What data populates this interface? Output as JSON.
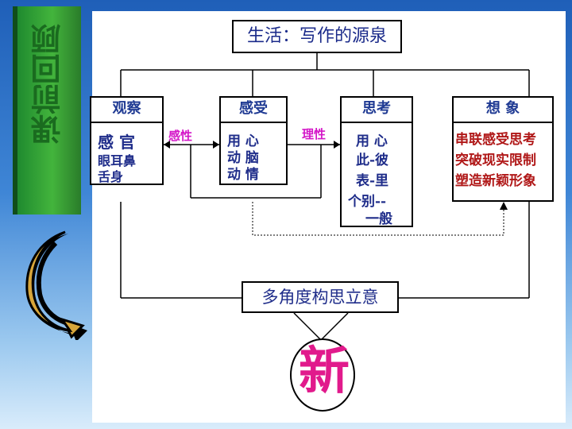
{
  "title": "生活：写作的源泉",
  "sidebar_title": "课前回顾",
  "nodes": {
    "observe": {
      "head": "观察",
      "lines": [
        "感  官",
        "眼耳鼻",
        "舌身"
      ]
    },
    "feel": {
      "head": "感受",
      "lines": [
        "用    心",
        "动    脑",
        "动    情"
      ]
    },
    "think": {
      "head": "思考",
      "lines": [
        "用 心",
        "此-彼",
        "表-里",
        "个别--",
        "一般"
      ]
    },
    "imagine": {
      "head": "想    象",
      "lines": [
        "串联感受思考",
        "突破现实限制",
        "塑造新颖形象"
      ]
    }
  },
  "edge_labels": {
    "perceptual": "感性",
    "rational": "理性"
  },
  "bottom": "多角度构思立意",
  "result": "新",
  "colors": {
    "accent": "#e11a8c",
    "label": "#d417c8",
    "text_blue": "#1f2d8a",
    "text_red": "#b01818"
  },
  "icons": [
    "back-arrow-icon"
  ]
}
